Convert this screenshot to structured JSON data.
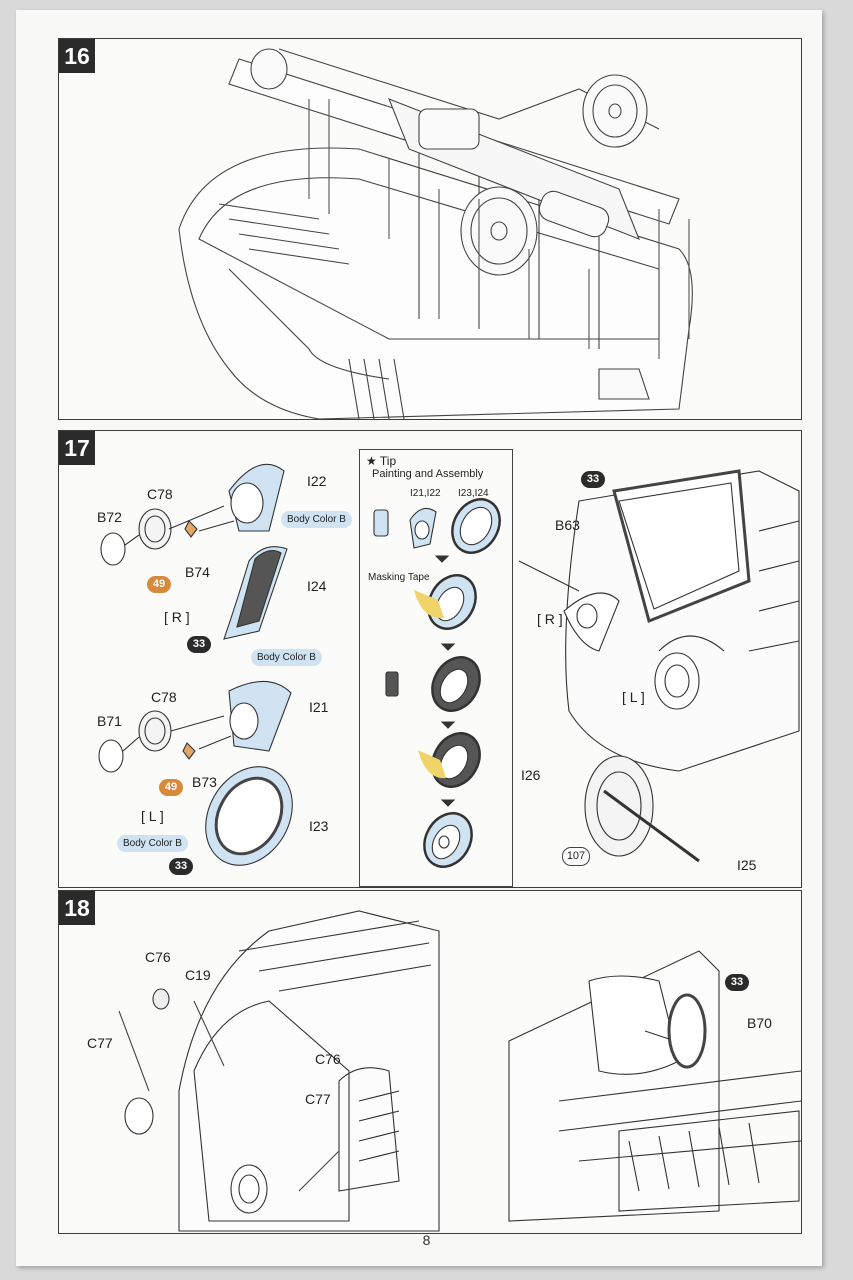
{
  "page_number": "8",
  "colors": {
    "body_color_b": "#cfe3f3",
    "part_badge": "#2b2b2b",
    "paint_badge": "#d88a3c"
  },
  "step16": {
    "number": "16"
  },
  "step17": {
    "number": "17",
    "labels": {
      "c78_r": "C78",
      "b72": "B72",
      "b74": "B74",
      "i22": "I22",
      "i24": "I24",
      "r_side": "[ R ]",
      "c78_l": "C78",
      "b71": "B71",
      "b73": "B73",
      "i21": "I21",
      "i23": "I23",
      "l_side": "[ L ]",
      "b63": "B63",
      "r_side2": "[ R ]",
      "l_side2": "[ L ]",
      "i26": "I26",
      "i25": "I25"
    },
    "badges": {
      "paint49_a": "49",
      "paint49_b": "49",
      "b33_a": "33",
      "b33_b": "33",
      "b33_c": "33",
      "ring107": "107"
    },
    "color_tags": {
      "a": "Body Color B",
      "b": "Body Color B",
      "c": "Body Color B"
    },
    "tip": {
      "title": "Tip",
      "subtitle": "Painting and Assembly",
      "col1": "I21,I22",
      "col2": "I23,I24",
      "masking": "Masking Tape"
    }
  },
  "step18": {
    "number": "18",
    "labels": {
      "c76_a": "C76",
      "c19": "C19",
      "c77_a": "C77",
      "c76_b": "C76",
      "c77_b": "C77",
      "b70": "B70"
    },
    "badges": {
      "b33": "33"
    }
  }
}
